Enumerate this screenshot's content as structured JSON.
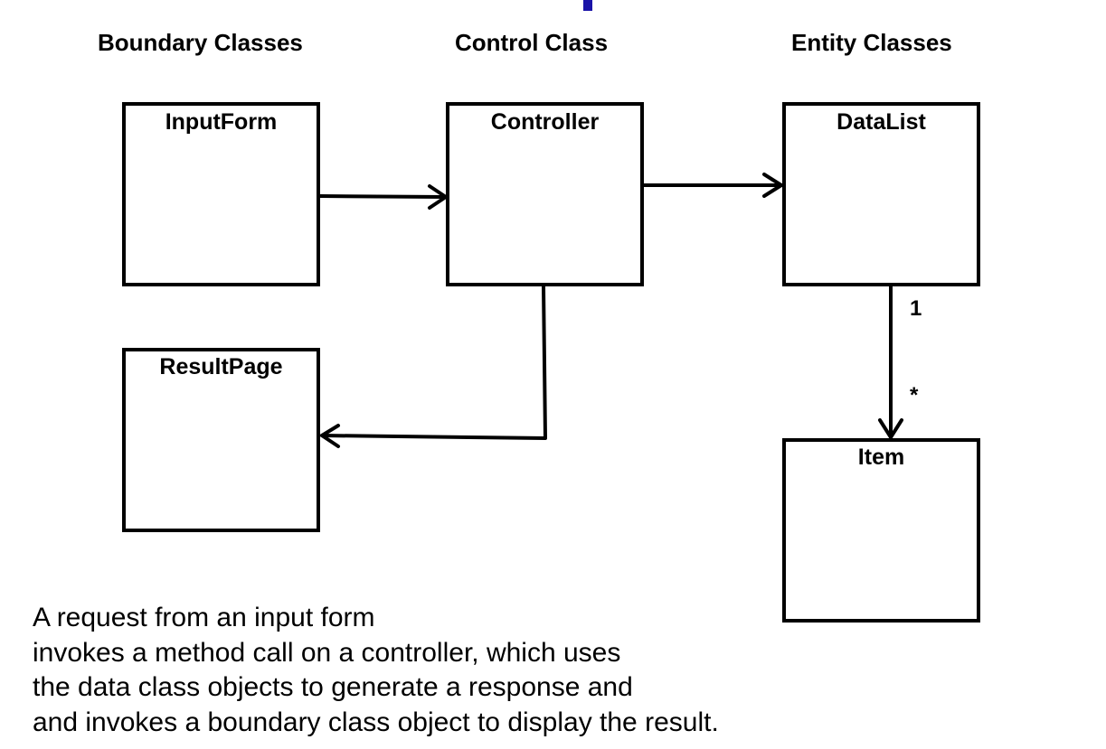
{
  "headings": {
    "boundary": "Boundary Classes",
    "control": "Control Class",
    "entity": "Entity Classes"
  },
  "classes": {
    "input_form": "InputForm",
    "controller": "Controller",
    "data_list": "DataList",
    "result_page": "ResultPage",
    "item": "Item"
  },
  "multiplicity": {
    "source": "1",
    "target": "*"
  },
  "caption": {
    "lines": [
      "A request from an input form",
      "invokes a method call on a controller, which uses",
      "the data class objects to generate a response and",
      "and invokes a boundary class object to display the result."
    ]
  },
  "colors": {
    "accent": "#1a13a8",
    "stroke": "#000000"
  }
}
